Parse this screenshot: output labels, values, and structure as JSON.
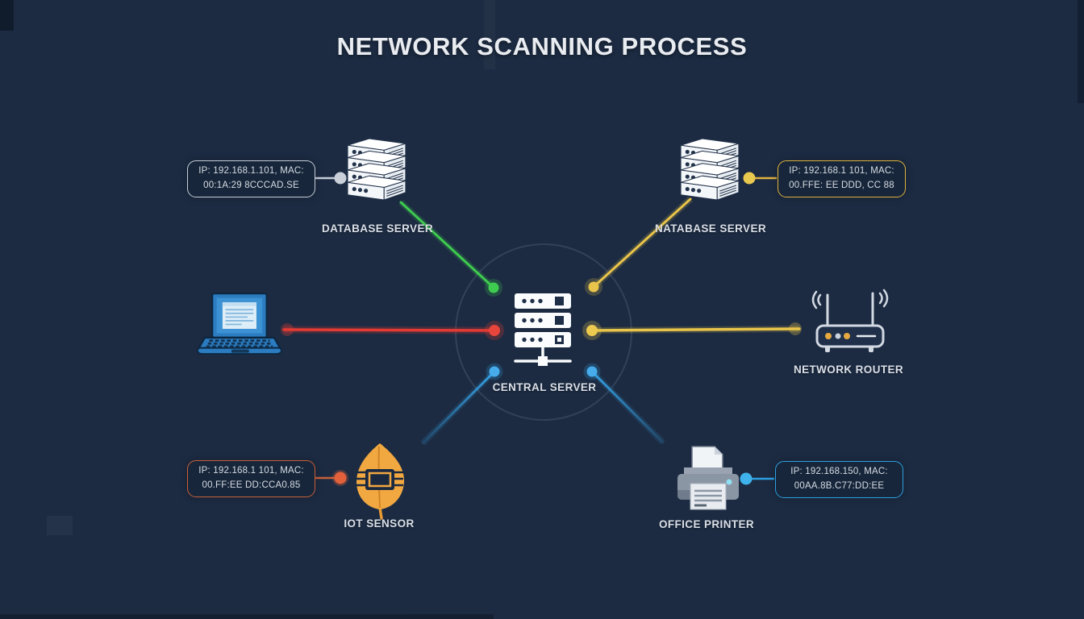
{
  "title": "NETWORK SCANNING PROCESS",
  "colors": {
    "background": "#1c2b42",
    "link_green": "#3fcb4f",
    "link_yellow": "#e8c44a",
    "link_red": "#e33b34",
    "link_blue": "#35a3e8",
    "connector_gray": "#c6cdd8",
    "connector_orange": "#c8603a",
    "connector_cyan": "#2d9fe0",
    "icon_orange": "#f2a840",
    "laptop_blue": "#2b7cc0"
  },
  "devices": {
    "central": {
      "label": "CENTRAL SERVER"
    },
    "database": {
      "label": "DATABASE SERVER",
      "info": {
        "line1": "IP: 192.168.1.101, MAC:",
        "line2": "00:1A:29 8CCCAD.SE"
      }
    },
    "natabase": {
      "label": "NATABASE SERVER",
      "info": {
        "line1": "IP: 192.168.1 101, MAC:",
        "line2": "00.FFE: EE DDD, CC 88"
      }
    },
    "router": {
      "label": "NETWORK ROUTER"
    },
    "iot": {
      "label": "IOT SENSOR",
      "info": {
        "line1": "IP: 192.168.1 101, MAC:",
        "line2": "00.FF:EE DD:CCA0.85"
      }
    },
    "printer": {
      "label": "OFFICE PRINTER",
      "info": {
        "line1": "IP: 192.168.150, MAC:",
        "line2": "00AA.8B.C77:DD:EE"
      }
    }
  }
}
